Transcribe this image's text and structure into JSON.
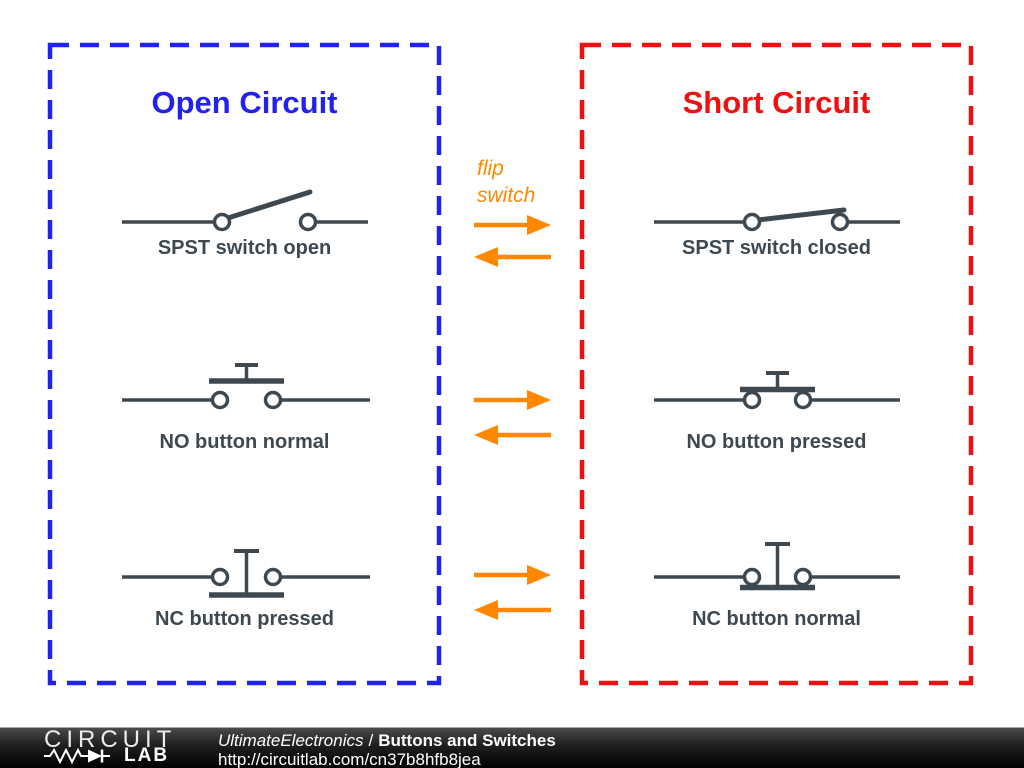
{
  "colors": {
    "open_panel_blue": "#2222ee",
    "short_panel_red": "#ee1111",
    "arrow_orange": "#ff8800",
    "symbol_gray": "#3e4851",
    "footer_background": "#1c1c1c",
    "footer_text": "#ffffff"
  },
  "open_panel": {
    "title": "Open Circuit",
    "labels": [
      "SPST switch open",
      "NO button normal",
      "NC button pressed"
    ]
  },
  "short_panel": {
    "title": "Short Circuit",
    "labels": [
      "SPST switch closed",
      "NO button pressed",
      "NC button normal"
    ]
  },
  "middle": {
    "flip_label": [
      "flip",
      "switch"
    ]
  },
  "footer": {
    "logo_top": "CIRCUIT",
    "logo_bottom": "LAB",
    "source": "UltimateElectronics",
    "separator": "/",
    "page_title": "Buttons and Switches",
    "url": "http://circuitlab.com/cn37b8hfb8jea"
  }
}
